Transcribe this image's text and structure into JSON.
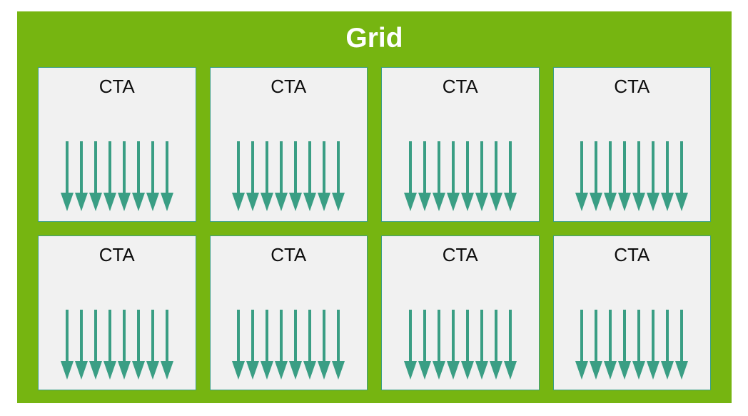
{
  "panel": {
    "title": "Grid",
    "background_color": "#76b511",
    "title_color": "#ffffff"
  },
  "cta": {
    "label": "CTA",
    "box_background_color": "#f1f1f1",
    "box_border_color": "#3a9e84",
    "arrow_color": "#3a9e84",
    "arrows_per_box": 8,
    "label_color": "#0d0d0d"
  },
  "grid": {
    "columns": 4,
    "rows": 2,
    "total_blocks": 8,
    "blocks": [
      {
        "label": "CTA",
        "arrows": 8
      },
      {
        "label": "CTA",
        "arrows": 8
      },
      {
        "label": "CTA",
        "arrows": 8
      },
      {
        "label": "CTA",
        "arrows": 8
      },
      {
        "label": "CTA",
        "arrows": 8
      },
      {
        "label": "CTA",
        "arrows": 8
      },
      {
        "label": "CTA",
        "arrows": 8
      },
      {
        "label": "CTA",
        "arrows": 8
      }
    ]
  }
}
